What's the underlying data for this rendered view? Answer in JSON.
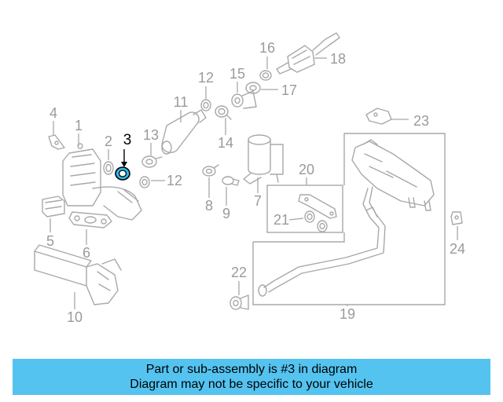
{
  "callouts": {
    "c1": "1",
    "c2": "2",
    "c3": "3",
    "c4": "4",
    "c5": "5",
    "c6": "6",
    "c7": "7",
    "c8": "8",
    "c9": "9",
    "c10": "10",
    "c11": "11",
    "c12a": "12",
    "c12b": "12",
    "c13": "13",
    "c14": "14",
    "c15": "15",
    "c16": "16",
    "c17": "17",
    "c18": "18",
    "c19": "19",
    "c20": "20",
    "c21": "21",
    "c22": "22",
    "c23": "23",
    "c24": "24"
  },
  "colors": {
    "banner_bg": "#54c3f0",
    "highlight_part": "#2fb8e8",
    "line": "#a8a8a8"
  },
  "banner": {
    "line1": "Part or sub-assembly is #3 in diagram",
    "line2": "Diagram may not be specific to your vehicle"
  }
}
